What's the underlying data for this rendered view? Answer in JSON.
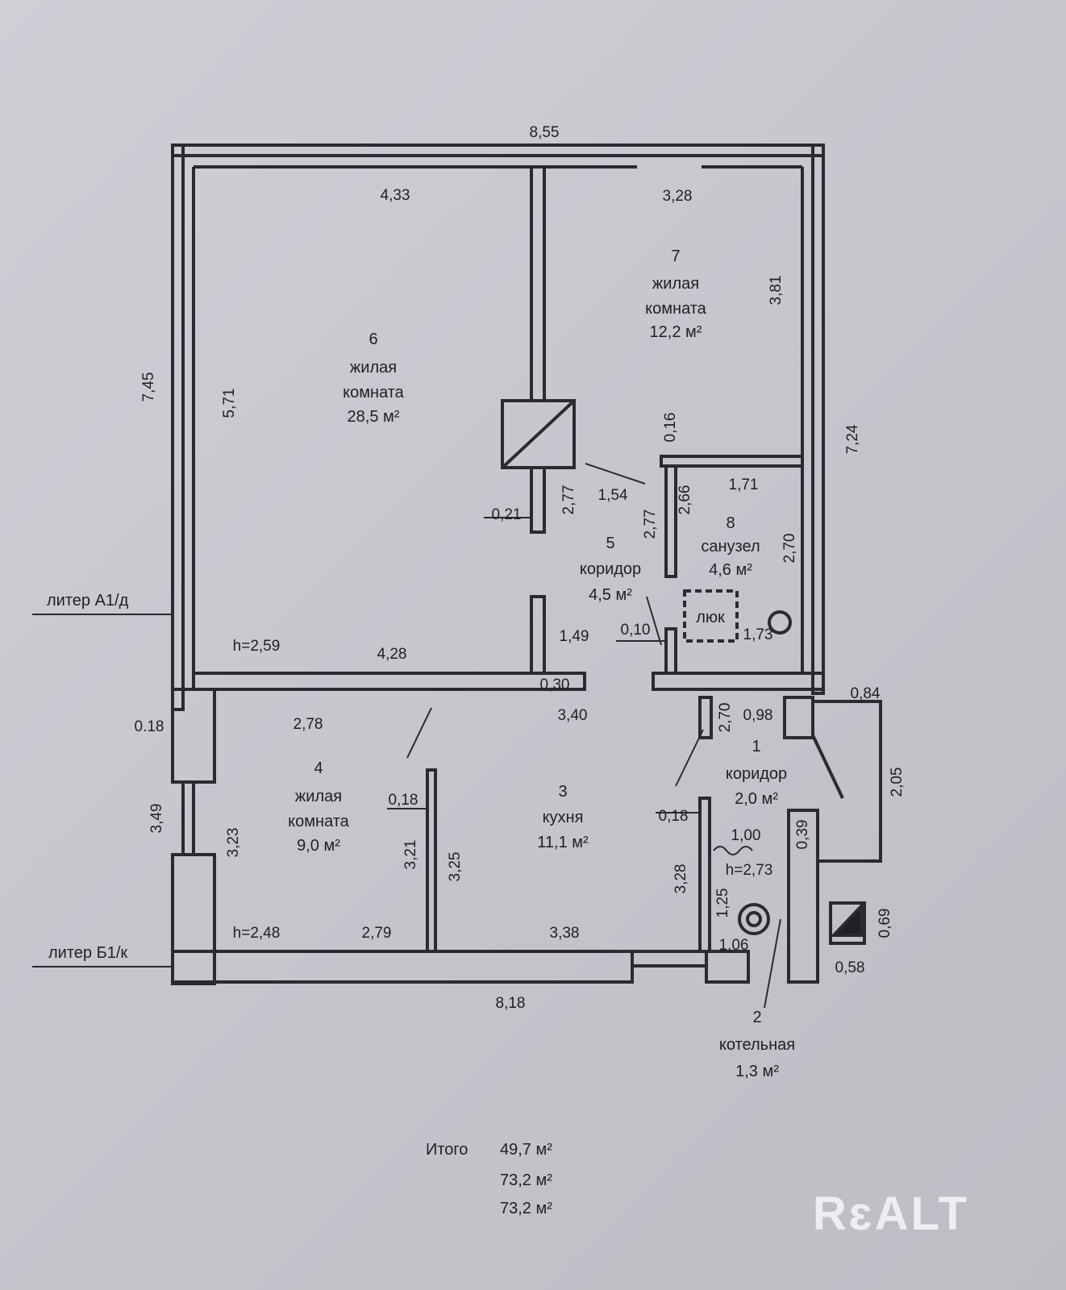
{
  "plan": {
    "rooms": [
      {
        "num": "6",
        "lines": [
          "жилая",
          "комната",
          "28,5 м²"
        ]
      },
      {
        "num": "7",
        "lines": [
          "жилая",
          "комната",
          "12,2 м²"
        ]
      },
      {
        "num": "5",
        "lines": [
          "коридор",
          "4,5 м²"
        ]
      },
      {
        "num": "8",
        "lines": [
          "санузел",
          "4,6 м²"
        ]
      },
      {
        "num": "4",
        "lines": [
          "жилая",
          "комната",
          "9,0 м²"
        ]
      },
      {
        "num": "3",
        "lines": [
          "кухня",
          "11,1 м²"
        ]
      },
      {
        "num": "1",
        "lines": [
          "коридор",
          "2,0 м²"
        ]
      },
      {
        "num": "2",
        "lines": [
          "котельная",
          "1,3 м²"
        ]
      }
    ],
    "dims": {
      "top_outer": "8,55",
      "room6_top": "4,33",
      "room7_top": "3,28",
      "left_outer_upper": "7,45",
      "room6_left": "5,71",
      "room7_right": "3,81",
      "right_outer": "7,24",
      "wall_016": "0,16",
      "room8_top": "1,71",
      "room8_left": "2,66",
      "room8_right": "2,70",
      "corr5_a": "2,77",
      "corr5_b": "2,77",
      "corr5_diag": "1,54",
      "wall_021": "0,21",
      "h_room6": "h=2,59",
      "room6_bottom": "4,28",
      "corr_149": "1,49",
      "wall_010": "0,10",
      "room8_bottom": "1,73",
      "wall_030": "0,30",
      "room4_top": "2,78",
      "kitchen_top": "3,40",
      "wall_018_left": "0.18",
      "left_outer_lower": "3,49",
      "room4_left": "3,23",
      "wall_018_mid": "0,18",
      "room4_right": "3,21",
      "kitchen_left": "3,25",
      "h_room4": "h=2,48",
      "room4_bottom": "2,79",
      "kitchen_bottom": "3,38",
      "bottom_outer": "8,18",
      "corr1_left": "2,70",
      "corr1_top": "0,98",
      "porch_top": "0,84",
      "porch_right": "2,05",
      "wall_018_right": "0,18",
      "boiler_100": "1,00",
      "wall_039": "0,39",
      "h_corr1": "h=2,73",
      "boiler_left": "3,28",
      "boiler_125": "1,25",
      "boiler_106": "1,06",
      "chimney_069": "0,69",
      "chimney_058": "0,58"
    },
    "hatch": "люк",
    "liter_a": "литер А1/д",
    "liter_b": "литер Б1/к"
  },
  "totals": {
    "label": "Итого",
    "values": [
      "49,7 м²",
      "73,2 м²",
      "73,2 м²"
    ]
  },
  "watermark": "RɛALT"
}
